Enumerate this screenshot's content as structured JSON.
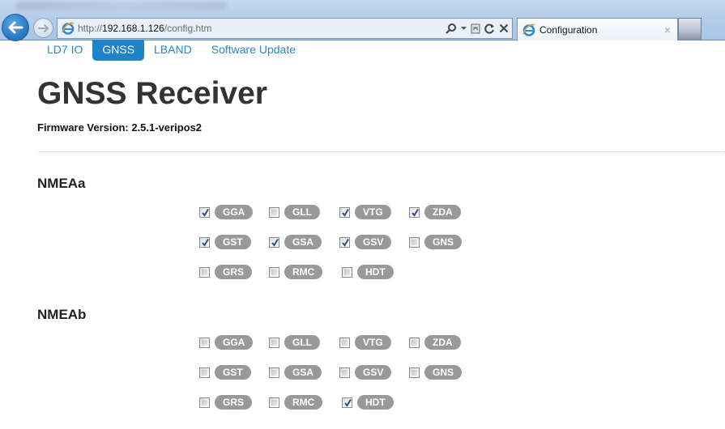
{
  "browser": {
    "url_prefix": "http://",
    "url_host": "192.168.1.126",
    "url_path": "/config.htm",
    "tab_title": "Configuration",
    "tab_close": "×",
    "icons": {
      "back": "back-arrow-icon",
      "forward": "forward-arrow-icon",
      "site": "ie-icon",
      "search": "search-icon",
      "dropdown": "dropdown-icon",
      "compat": "compatibility-view-icon",
      "refresh": "refresh-icon",
      "stop": "stop-icon"
    }
  },
  "nav": {
    "items": [
      {
        "label": "LD7 IO",
        "active": false
      },
      {
        "label": "GNSS",
        "active": true
      },
      {
        "label": "LBAND",
        "active": false
      },
      {
        "label": "Software Update",
        "active": false
      }
    ],
    "active_color": "#1e83c8",
    "link_color": "#2a86c4"
  },
  "header": {
    "title": "GNSS Receiver",
    "firmware": "Firmware Version: 2.5.1-veripos2"
  },
  "sections": [
    {
      "title": "NMEAa",
      "rows": [
        [
          {
            "label": "GGA",
            "checked": true
          },
          {
            "label": "GLL",
            "checked": false
          },
          {
            "label": "VTG",
            "checked": true
          },
          {
            "label": "ZDA",
            "checked": true
          }
        ],
        [
          {
            "label": "GST",
            "checked": true
          },
          {
            "label": "GSA",
            "checked": true
          },
          {
            "label": "GSV",
            "checked": true
          },
          {
            "label": "GNS",
            "checked": false
          }
        ],
        [
          {
            "label": "GRS",
            "checked": false
          },
          {
            "label": "RMC",
            "checked": false
          },
          {
            "label": "HDT",
            "checked": false
          }
        ]
      ]
    },
    {
      "title": "NMEAb",
      "rows": [
        [
          {
            "label": "GGA",
            "checked": false
          },
          {
            "label": "GLL",
            "checked": false
          },
          {
            "label": "VTG",
            "checked": false
          },
          {
            "label": "ZDA",
            "checked": false
          }
        ],
        [
          {
            "label": "GST",
            "checked": false
          },
          {
            "label": "GSA",
            "checked": false
          },
          {
            "label": "GSV",
            "checked": false
          },
          {
            "label": "GNS",
            "checked": false
          }
        ],
        [
          {
            "label": "GRS",
            "checked": false
          },
          {
            "label": "RMC",
            "checked": false
          },
          {
            "label": "HDT",
            "checked": true
          }
        ]
      ]
    }
  ],
  "colors": {
    "badge_bg": "#999999",
    "check_mark": "#2b4f8c",
    "title_text": "#333333"
  }
}
